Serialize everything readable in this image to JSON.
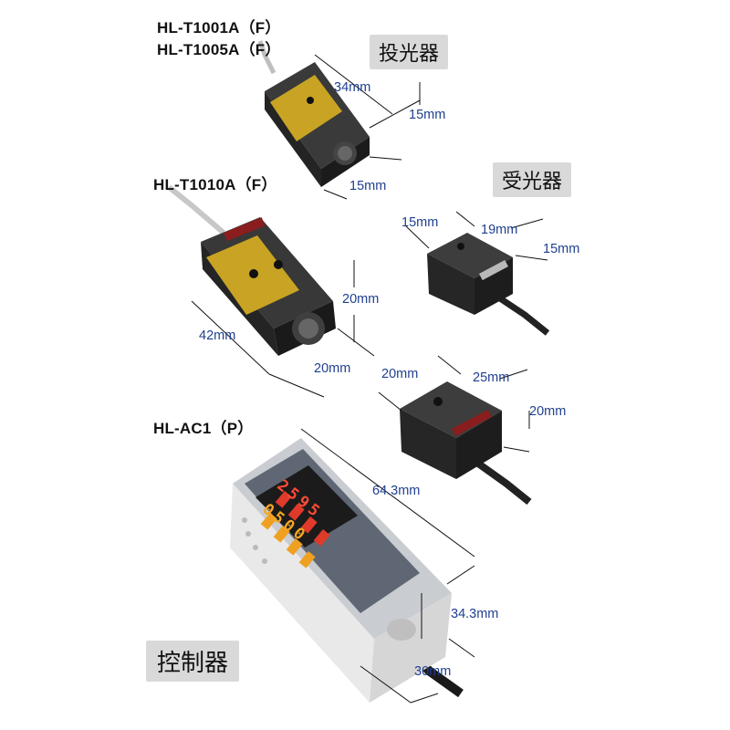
{
  "models": {
    "t1001": "HL-T1001A（F）",
    "t1005": "HL-T1005A（F）",
    "t1010": "HL-T1010A（F）",
    "ac1": "HL-AC1（P）"
  },
  "tags": {
    "emitter": "投光器",
    "receiver": "受光器",
    "controller": "控制器"
  },
  "dims": {
    "emitter_small_length": "34mm",
    "emitter_small_height": "15mm",
    "emitter_small_width": "15mm",
    "emitter_large_length": "42mm",
    "emitter_large_height": "20mm",
    "emitter_large_width": "20mm",
    "receiver_small_a": "15mm",
    "receiver_small_b": "19mm",
    "receiver_small_c": "15mm",
    "receiver_large_a": "20mm",
    "receiver_large_b": "25mm",
    "receiver_large_c": "20mm",
    "controller_length": "64.3mm",
    "controller_height": "34.3mm",
    "controller_width": "30mm"
  },
  "display": {
    "top_digits": "2595",
    "bottom_digits": "0500"
  },
  "colors": {
    "dimension_text": "#1f3f8f",
    "tag_background": "#d9d9d9",
    "sensor_body": "#2b2b2b",
    "label_yellow": "#c9a323",
    "display_red": "#e03a2a",
    "display_amber": "#f0a020"
  }
}
